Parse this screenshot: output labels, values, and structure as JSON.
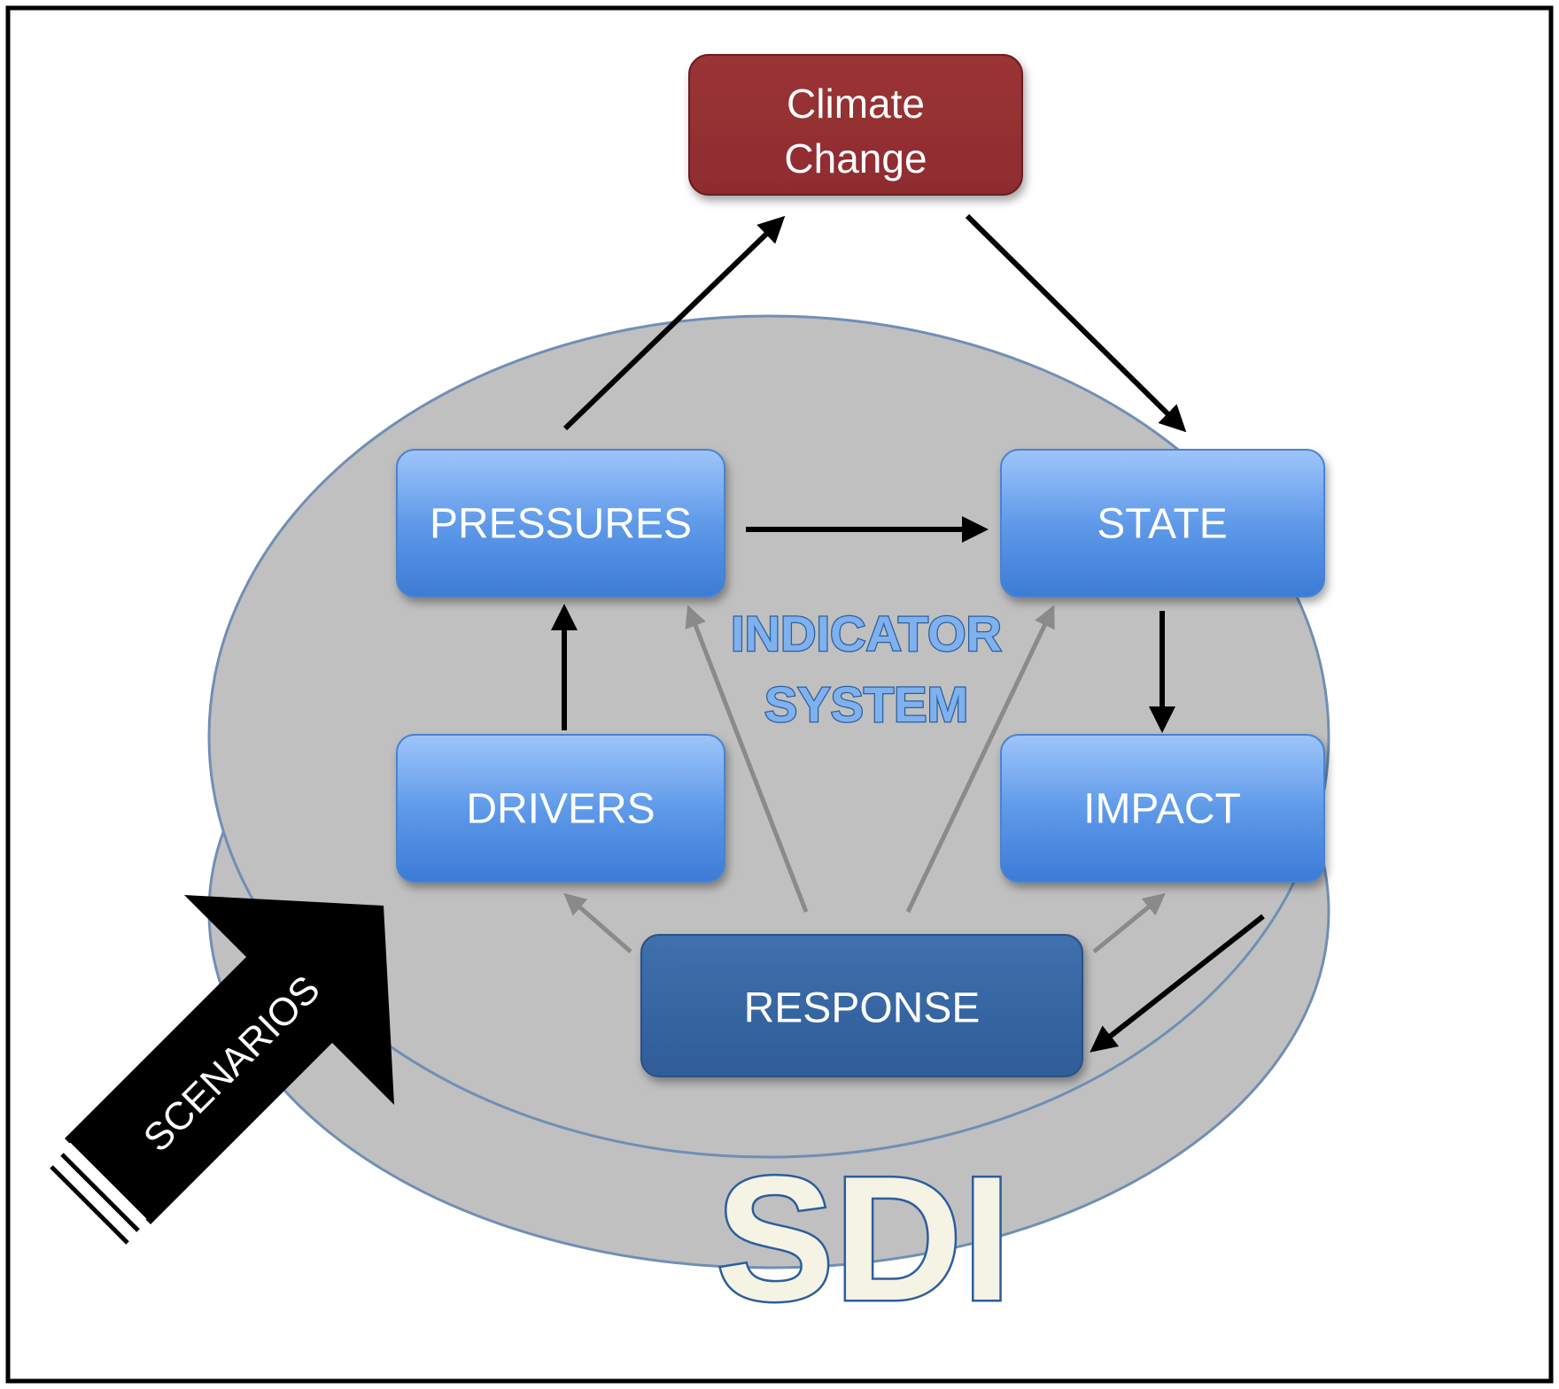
{
  "nodes": {
    "climate_change": [
      "Climate",
      "Change"
    ],
    "pressures": "PRESSURES",
    "state": "STATE",
    "drivers": "DRIVERS",
    "impact": "IMPACT",
    "response": "RESPONSE"
  },
  "center_label": [
    "INDICATOR",
    "SYSTEM"
  ],
  "base_label": "SDI",
  "scenarios_label": "SCENARIOS",
  "colors": {
    "climate_box": "#953033",
    "blue_box": "#5b96e8",
    "response_box": "#3a6aa7",
    "disc_fill": "#c0c0c0",
    "disc_stroke": "#6f8fb5",
    "black_arrow": "#000000",
    "gray_arrow": "#8a8a8a"
  }
}
